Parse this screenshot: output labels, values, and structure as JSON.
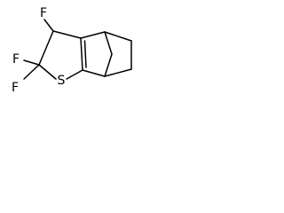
{
  "molecule": {
    "atoms": [
      {
        "id": "f_top",
        "element": "F"
      },
      {
        "id": "f_left_upper",
        "element": "F"
      },
      {
        "id": "f_left_lower",
        "element": "F"
      },
      {
        "id": "s_ring",
        "element": "S"
      }
    ],
    "bond_color": "#000000",
    "label_color": "#000000"
  }
}
